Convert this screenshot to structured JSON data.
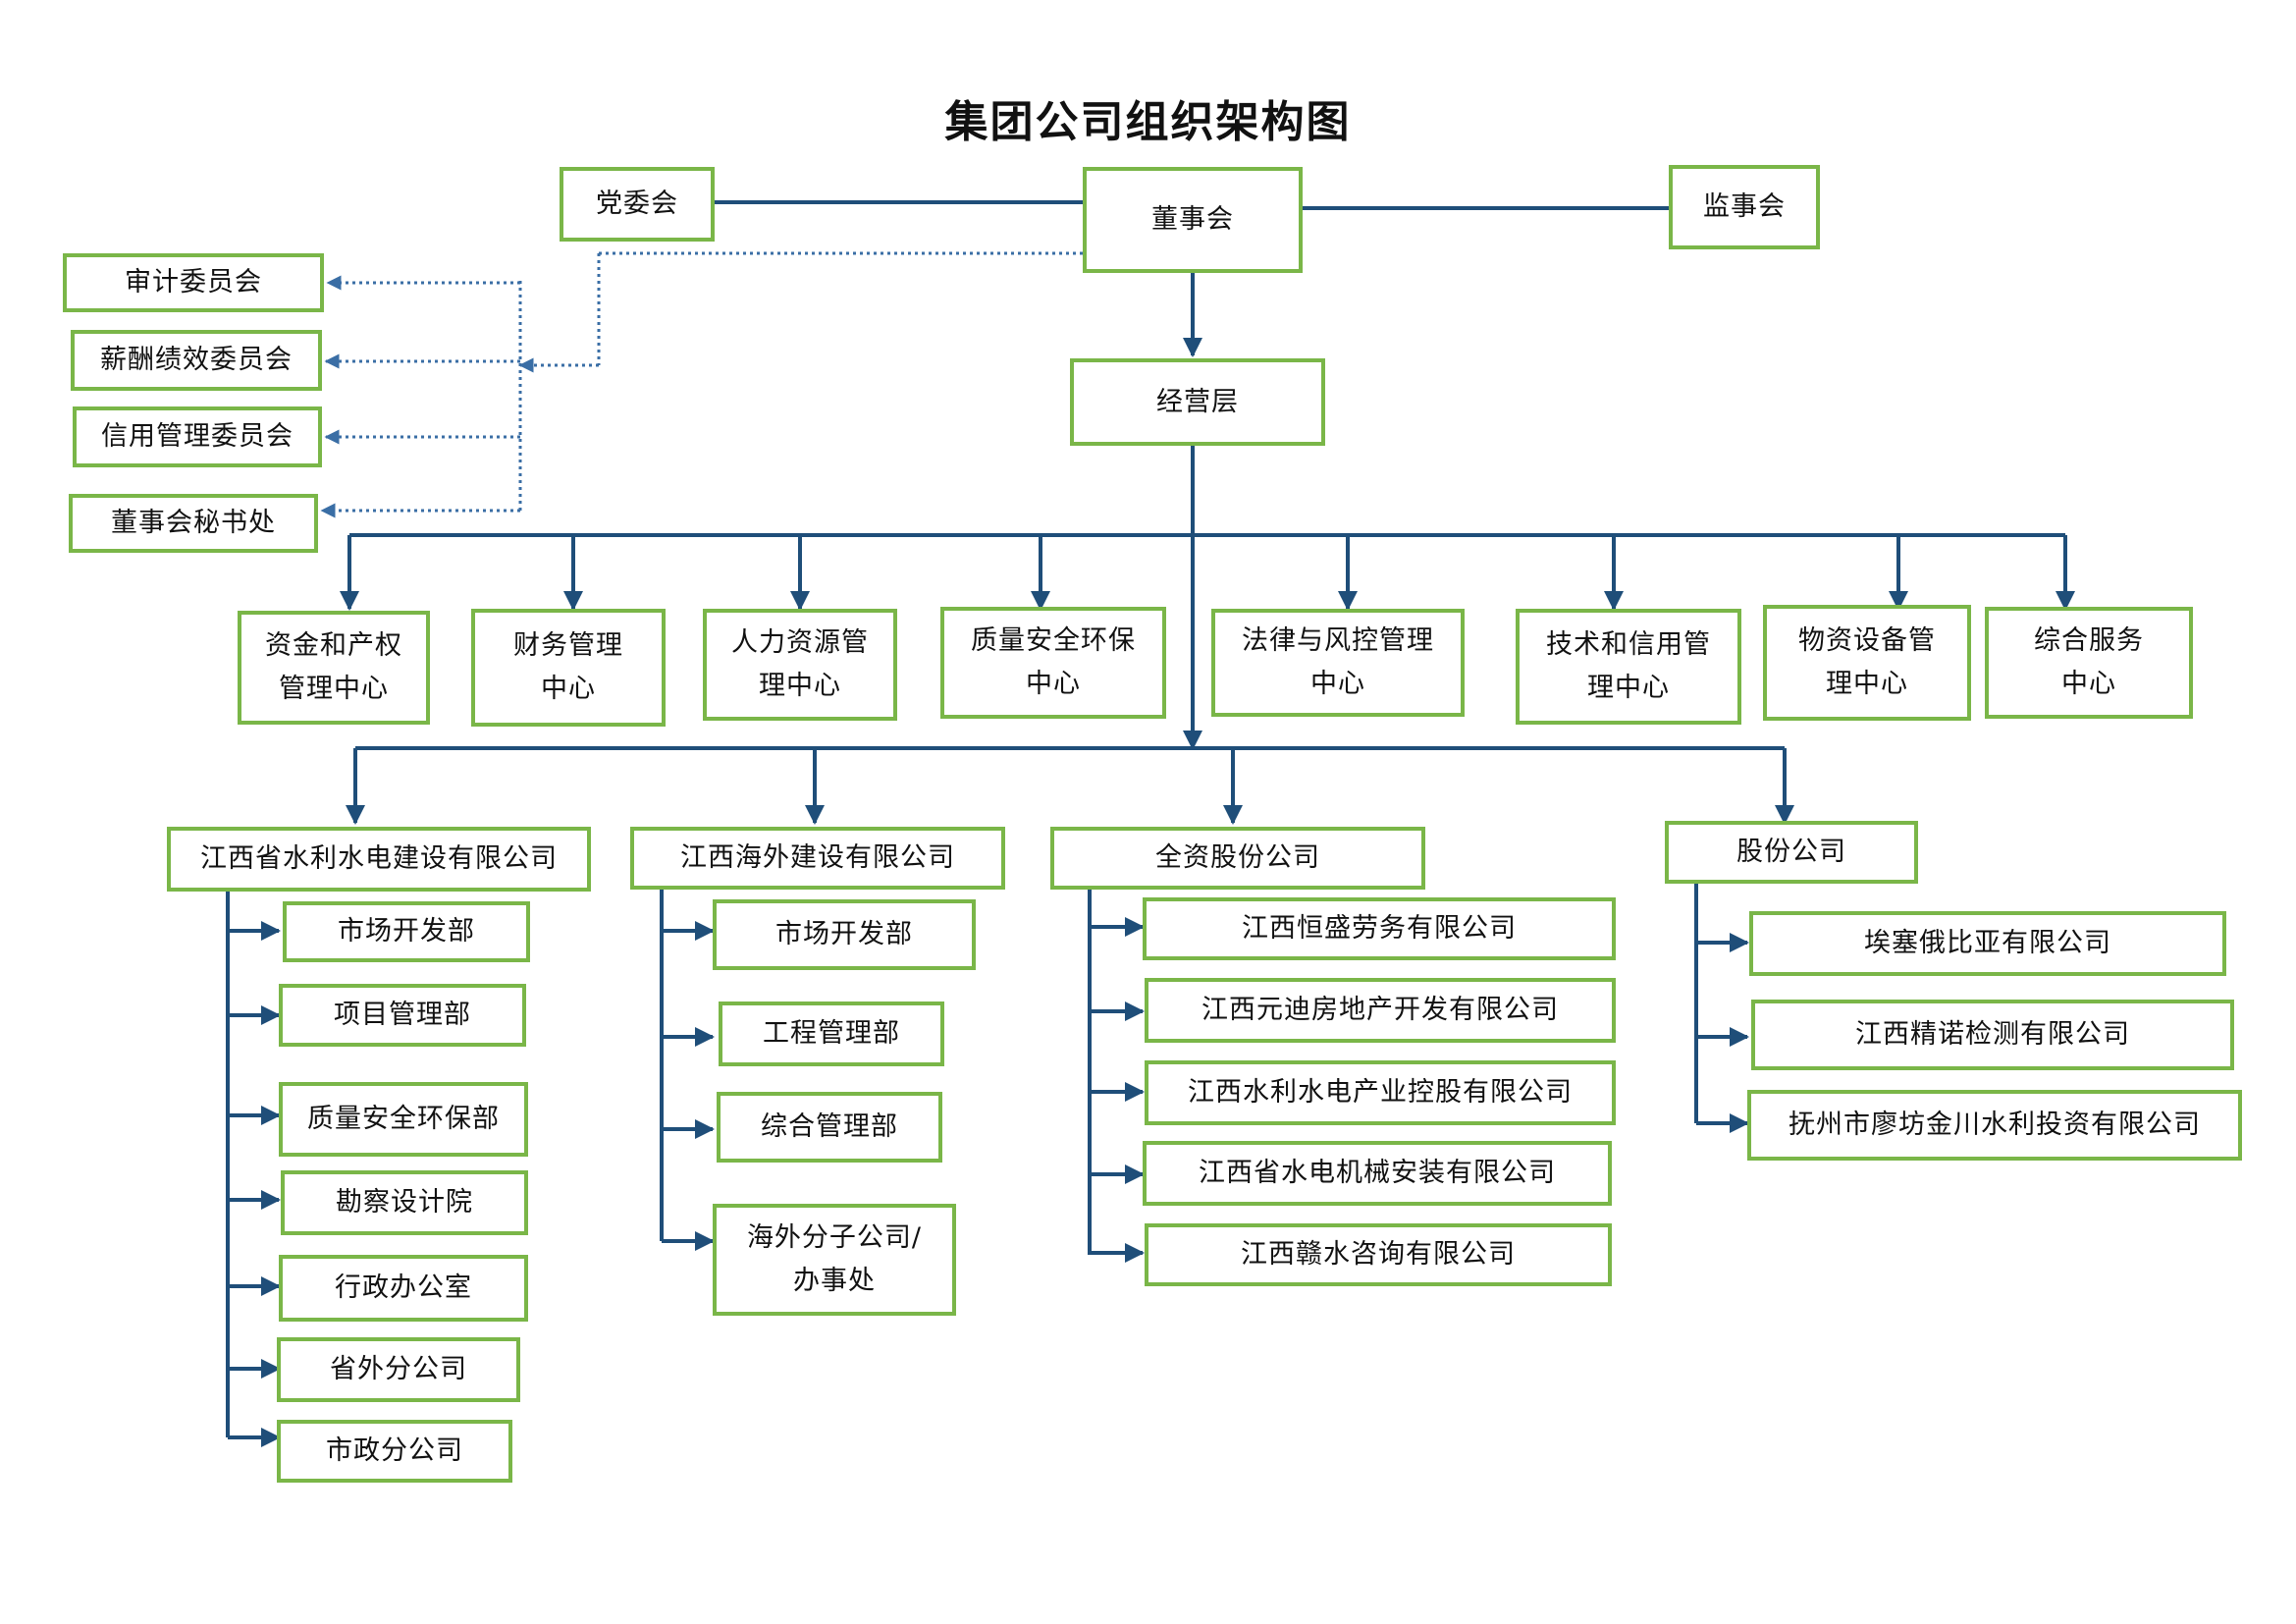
{
  "title": "集团公司组织架构图",
  "governance": {
    "party": "党委会",
    "board": "董事会",
    "supervisors": "监事会",
    "management": "经营层"
  },
  "committees": [
    "审计委员会",
    "薪酬绩效委员会",
    "信用管理委员会",
    "董事会秘书处"
  ],
  "centers": [
    [
      "资金和产权",
      "管理中心"
    ],
    [
      "财务管理",
      "中心"
    ],
    [
      "人力资源管",
      "理中心"
    ],
    [
      "质量安全环保",
      "中心"
    ],
    [
      "法律与风控管理",
      "中心"
    ],
    [
      "技术和信用管",
      "理中心"
    ],
    [
      "物资设备管",
      "理中心"
    ],
    [
      "综合服务",
      "中心"
    ]
  ],
  "subsidiaries": [
    {
      "name": "江西省水利水电建设有限公司",
      "children": [
        [
          "市场开发部"
        ],
        [
          "项目管理部"
        ],
        [
          "质量安全环保部"
        ],
        [
          "勘察设计院"
        ],
        [
          "行政办公室"
        ],
        [
          "省外分公司"
        ],
        [
          "市政分公司"
        ]
      ]
    },
    {
      "name": "江西海外建设有限公司",
      "children": [
        [
          "市场开发部"
        ],
        [
          "工程管理部"
        ],
        [
          "综合管理部"
        ],
        [
          "海外分子公司/",
          "办事处"
        ]
      ]
    },
    {
      "name": "全资股份公司",
      "children": [
        [
          "江西恒盛劳务有限公司"
        ],
        [
          "江西元迪房地产开发有限公司"
        ],
        [
          "江西水利水电产业控股有限公司"
        ],
        [
          "江西省水电机械安装有限公司"
        ],
        [
          "江西赣水咨询有限公司"
        ]
      ]
    },
    {
      "name": "股份公司",
      "children": [
        [
          "埃塞俄比亚有限公司"
        ],
        [
          "江西精诺检测有限公司"
        ],
        [
          "抚州市廖坊金川水利投资有限公司"
        ]
      ]
    }
  ],
  "colors": {
    "box_border": "#7ab648",
    "connector": "#1f4e79",
    "dotted": "#3a6ea5"
  }
}
